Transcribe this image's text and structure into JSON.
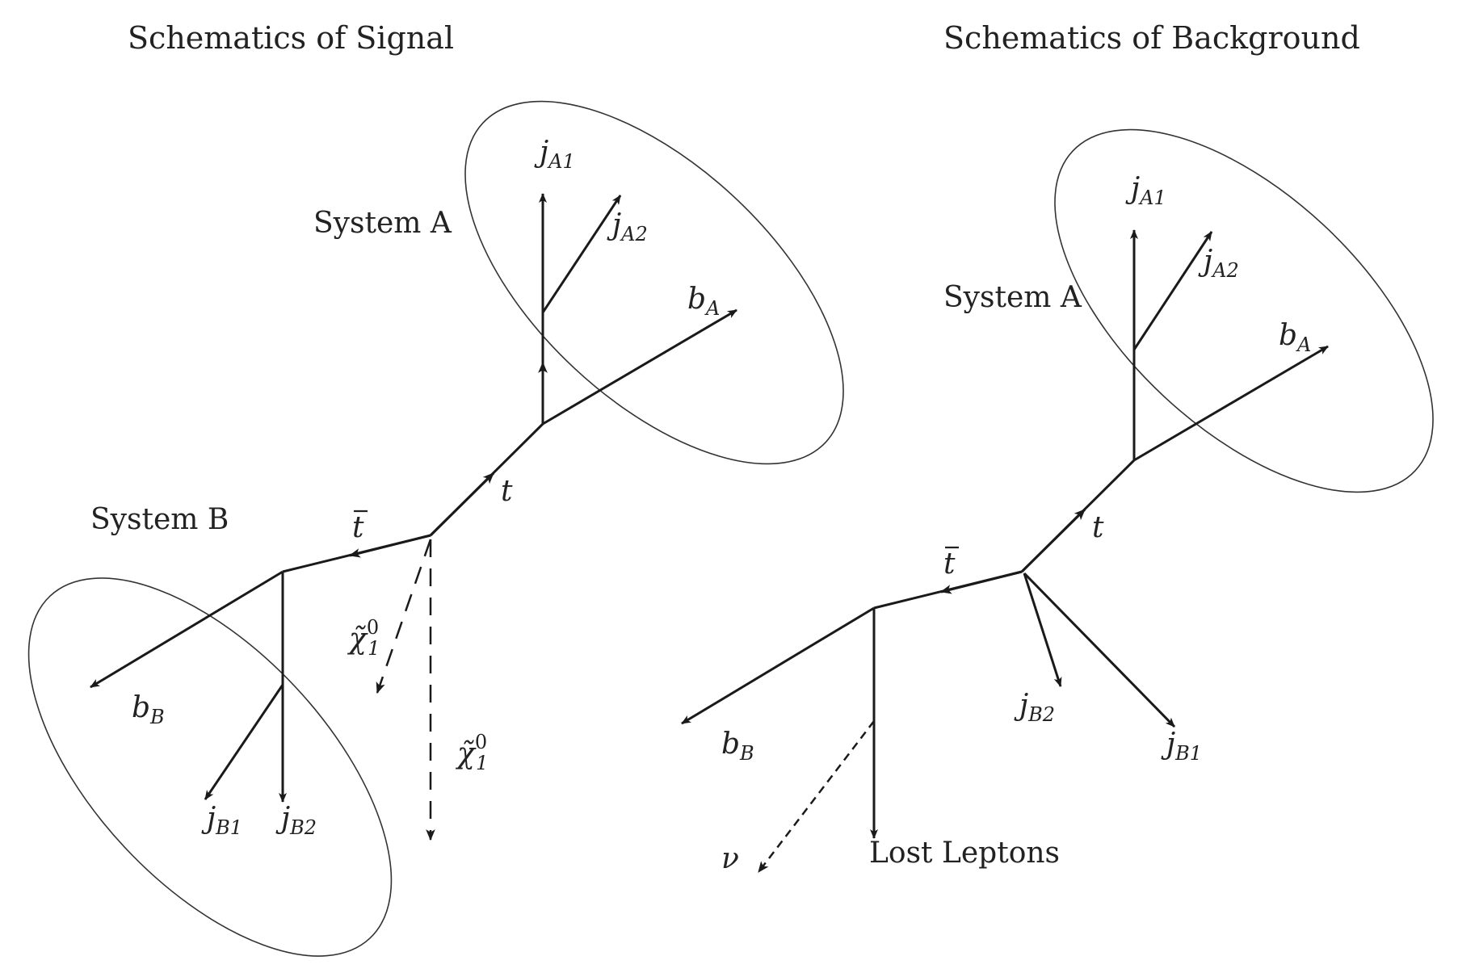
{
  "signal": {
    "title": "Schematics of Signal",
    "system_a": "System A",
    "system_b": "System B",
    "t": "t",
    "tbar": "t",
    "jA1": {
      "base": "j",
      "sub": "A1"
    },
    "jA2": {
      "base": "j",
      "sub": "A2"
    },
    "bA": {
      "base": "b",
      "sub": "A"
    },
    "bB": {
      "base": "b",
      "sub": "B"
    },
    "jB1": {
      "base": "j",
      "sub": "B1"
    },
    "jB2": {
      "base": "j",
      "sub": "B2"
    },
    "chi1": {
      "base": "χ̃",
      "sup": "0",
      "sub": "1"
    },
    "chi2": {
      "base": "χ̃",
      "sup": "0",
      "sub": "1"
    }
  },
  "background": {
    "title": "Schematics of Background",
    "system_a": "System A",
    "t": "t",
    "tbar": "t",
    "jA1": {
      "base": "j",
      "sub": "A1"
    },
    "jA2": {
      "base": "j",
      "sub": "A2"
    },
    "bA": {
      "base": "b",
      "sub": "A"
    },
    "bB": {
      "base": "b",
      "sub": "B"
    },
    "jB1": {
      "base": "j",
      "sub": "B1"
    },
    "jB2": {
      "base": "j",
      "sub": "B2"
    },
    "nu": "ν",
    "lost_leptons": "Lost Leptons"
  }
}
